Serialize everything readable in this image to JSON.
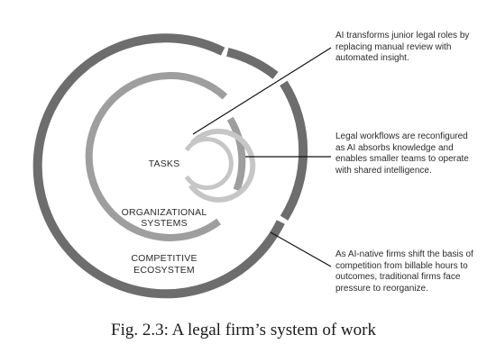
{
  "diagram": {
    "rings": {
      "inner_label": "TASKS",
      "middle_label_line1": "ORGANIZATIONAL",
      "middle_label_line2": "SYSTEMS",
      "outer_label_line1": "COMPETITIVE",
      "outer_label_line2": "ECOSYSTEM"
    },
    "annotations": [
      "AI transforms junior legal roles by replacing manual review with automated insight.",
      "Legal workflows are reconfigured as AI absorbs knowledge and enables smaller teams to operate with shared intelligence.",
      "As AI-native firms shift the basis of competition from billable hours to outcomes, traditional firms face pressure to reorganize."
    ],
    "colors": {
      "outer_ring": "#6d6d6d",
      "middle_ring": "#9e9e9e",
      "inner_ring": "#c6c6c6",
      "leader_line": "#111111"
    }
  },
  "caption": "Fig. 2.3: A legal firm’s system of work"
}
